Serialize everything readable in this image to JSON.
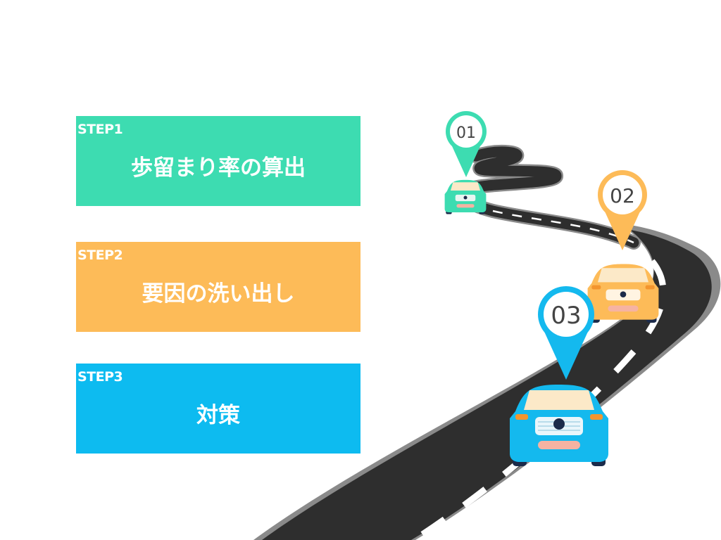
{
  "steps": [
    {
      "label": "STEP1",
      "title": "歩留まり率の算出",
      "color": "#3DDCB1"
    },
    {
      "label": "STEP2",
      "title": "要因の洗い出し",
      "color": "#FDBB58"
    },
    {
      "label": "STEP3",
      "title": "対策",
      "color": "#0DBBF0"
    }
  ],
  "markers": [
    {
      "number": "01",
      "color": "#3DDCB1"
    },
    {
      "number": "02",
      "color": "#FDBB58"
    },
    {
      "number": "03",
      "color": "#14B9EE"
    }
  ],
  "colors": {
    "road": "#2E2E2E",
    "road_edge": "#8A8A8A",
    "lane": "#FFFFFF",
    "tire": "#1C2B4A"
  }
}
